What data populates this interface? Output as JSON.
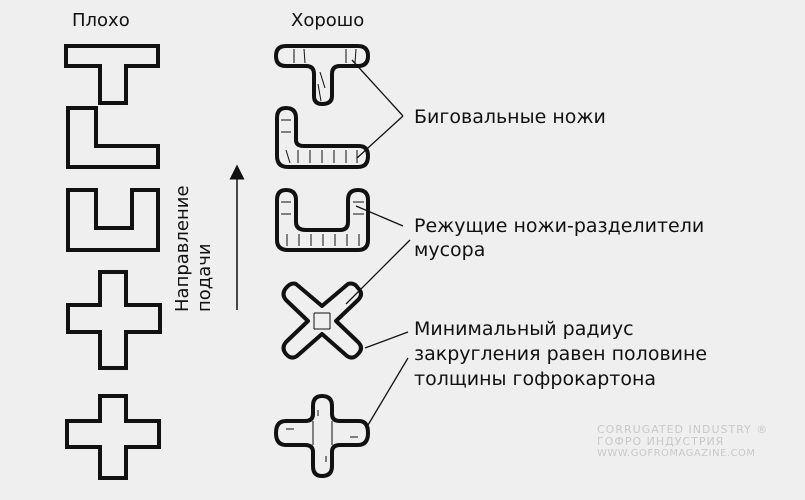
{
  "headers": {
    "bad": "Плохо",
    "good": "Хорошо"
  },
  "direction": {
    "line1": "Направление",
    "line2": "подачи"
  },
  "callouts": {
    "creasing": "Биговальные ножи",
    "cutting_line1": "Режущие ножи-разделители",
    "cutting_line2": "мусора",
    "radius_line1": "Минимальный радиус",
    "radius_line2": "закругления равен половине",
    "radius_line3": "толщины гофрокартона"
  },
  "watermark": {
    "logo_left": "CORRUGATED INDUSTRY",
    "logo_right": "ГОФРО ИНДУСТРИЯ",
    "site": "WWW.GOFROMAGAZINE.COM"
  },
  "colors": {
    "background": "#efefef",
    "stroke": "#111111",
    "watermark": "#c9c9c9"
  }
}
